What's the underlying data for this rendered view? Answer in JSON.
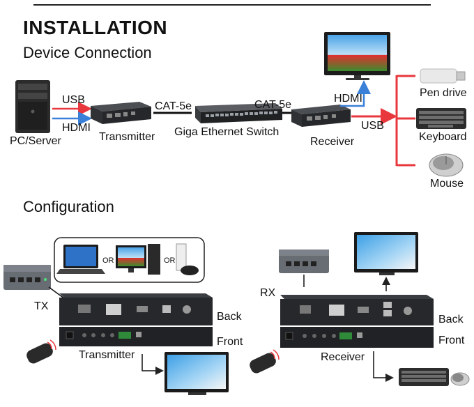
{
  "title": "INSTALLATION",
  "section_connection": "Device Connection",
  "section_configuration": "Configuration",
  "connection": {
    "pc_label": "PC/Server",
    "usb_label_left": "USB",
    "hdmi_label_left": "HDMI",
    "transmitter_label": "Transmitter",
    "cat_left": "CAT-5e",
    "switch_label": "Giga Ethernet Switch",
    "cat_right": "CAT-5e",
    "receiver_label": "Receiver",
    "hdmi_label_right": "HDMI",
    "usb_label_right": "USB",
    "pen_drive_label": "Pen drive",
    "keyboard_label": "Keyboard",
    "mouse_label": "Mouse"
  },
  "configuration": {
    "tx_label": "TX",
    "rx_label": "RX",
    "or1": "OR",
    "or2": "OR",
    "back_left": "Back",
    "front_left": "Front",
    "back_right": "Back",
    "front_right": "Front",
    "transmitter_label": "Transmitter",
    "receiver_label": "Receiver"
  },
  "colors": {
    "usb_line": "#e8373d",
    "hdmi_line": "#3a7fd8",
    "device_body": "#2a2d30"
  }
}
